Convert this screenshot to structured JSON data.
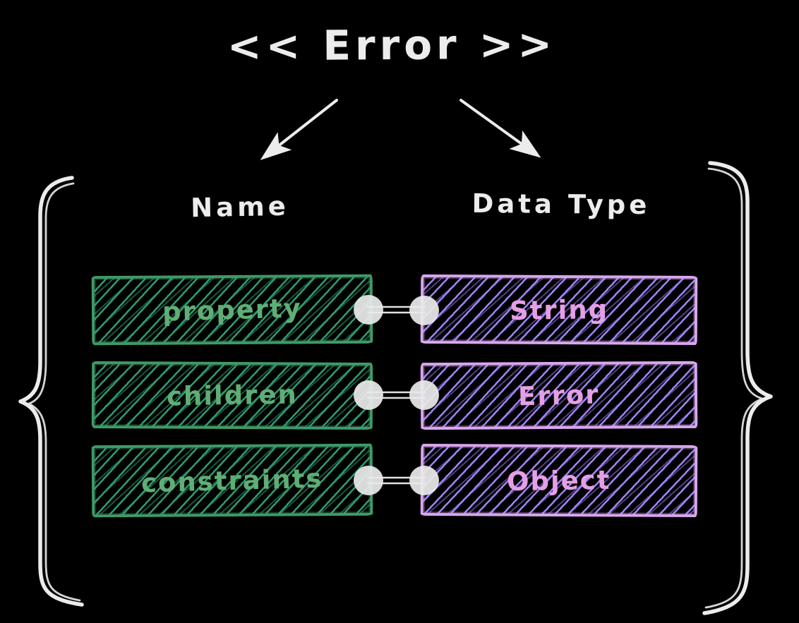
{
  "diagram": {
    "title": "<< Error >>",
    "headers": {
      "name": "Name",
      "type": "Data Type"
    },
    "rows": [
      {
        "name": "property",
        "type": "String"
      },
      {
        "name": "children",
        "type": "Error"
      },
      {
        "name": "constraints",
        "type": "Object"
      }
    ],
    "colors": {
      "background": "#000000",
      "stroke_white": "#ececec",
      "green_border": "#3f9a68",
      "green_hatch": "#2e9c6f",
      "green_text": "#5fae75",
      "purple_border": "#d9a6ef",
      "purple_hatch": "#a183f7",
      "purple_text": "#e59fe6"
    }
  }
}
